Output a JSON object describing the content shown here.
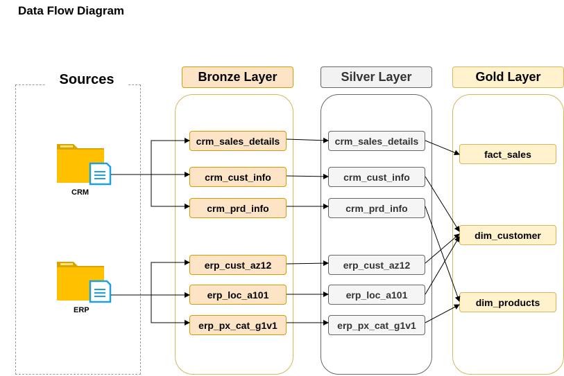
{
  "title": "Data Flow Diagram",
  "sources": {
    "label": "Sources",
    "crm": {
      "label": "CRM",
      "icon": "folder-document-icon"
    },
    "erp": {
      "label": "ERP",
      "icon": "folder-document-icon"
    }
  },
  "bronze": {
    "label": "Bronze Layer",
    "nodes": [
      "crm_sales_details",
      "crm_cust_info",
      "crm_prd_info",
      "erp_cust_az12",
      "erp_loc_a101",
      "erp_px_cat_g1v1"
    ]
  },
  "silver": {
    "label": "Silver Layer",
    "nodes": [
      "crm_sales_details",
      "crm_cust_info",
      "crm_prd_info",
      "erp_cust_az12",
      "erp_loc_a101",
      "erp_px_cat_g1v1"
    ]
  },
  "gold": {
    "label": "Gold Layer",
    "nodes": [
      "fact_sales",
      "dim_customer",
      "dim_products"
    ]
  },
  "flows": [
    [
      "CRM",
      "bronze:crm_sales_details"
    ],
    [
      "CRM",
      "bronze:crm_cust_info"
    ],
    [
      "CRM",
      "bronze:crm_prd_info"
    ],
    [
      "ERP",
      "bronze:erp_cust_az12"
    ],
    [
      "ERP",
      "bronze:erp_loc_a101"
    ],
    [
      "ERP",
      "bronze:erp_px_cat_g1v1"
    ],
    [
      "bronze:crm_sales_details",
      "silver:crm_sales_details"
    ],
    [
      "bronze:crm_cust_info",
      "silver:crm_cust_info"
    ],
    [
      "bronze:crm_prd_info",
      "silver:crm_prd_info"
    ],
    [
      "bronze:erp_cust_az12",
      "silver:erp_cust_az12"
    ],
    [
      "bronze:erp_loc_a101",
      "silver:erp_loc_a101"
    ],
    [
      "bronze:erp_px_cat_g1v1",
      "silver:erp_px_cat_g1v1"
    ],
    [
      "silver:crm_sales_details",
      "gold:fact_sales"
    ],
    [
      "silver:crm_cust_info",
      "gold:dim_customer"
    ],
    [
      "silver:erp_cust_az12",
      "gold:dim_customer"
    ],
    [
      "silver:erp_loc_a101",
      "gold:dim_customer"
    ],
    [
      "silver:crm_prd_info",
      "gold:dim_products"
    ],
    [
      "silver:erp_px_cat_g1v1",
      "gold:dim_products"
    ]
  ],
  "colors": {
    "bronze_fill": "#fde4c6",
    "bronze_border": "#d79b00",
    "silver_fill": "#f5f5f5",
    "silver_border": "#666666",
    "gold_fill": "#fff2cc",
    "gold_border": "#d6b656",
    "folder": "#ffc000",
    "doc": "#1ba1e2"
  }
}
